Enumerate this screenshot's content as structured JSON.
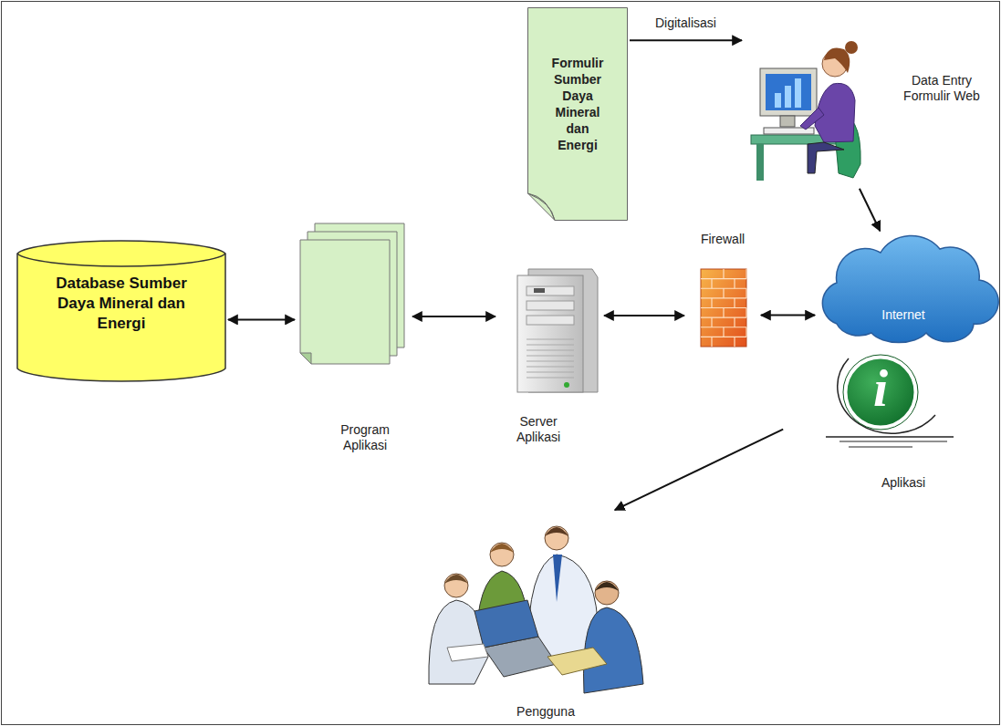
{
  "diagram": {
    "nodes": [
      {
        "text": [
          "Formulir Sumber Daya Mineral dan Energi"
        ]
      },
      {
        "text": [
          "Data Entry Formulir Web"
        ]
      },
      {
        "text": [
          "Database Sumber Daya Mineral dan Energi"
        ]
      },
      {
        "text": [
          "Program Aplikasi"
        ]
      },
      {
        "text": [
          "Server Aplikasi"
        ]
      },
      {
        "text": [
          "Firewall"
        ]
      },
      {
        "text": [
          "Internet"
        ]
      },
      {
        "text": [
          "i",
          "Aplikasi"
        ]
      },
      {
        "text": [
          "Pengguna"
        ]
      }
    ],
    "edges": [
      {
        "from": 0,
        "to": 1,
        "arrow": "to",
        "label": "Digitalisasi"
      },
      {
        "from": 1,
        "to": 6,
        "arrow": "to"
      },
      {
        "from": 2,
        "to": 3,
        "arrow": "both"
      },
      {
        "from": 3,
        "to": 4,
        "arrow": "both"
      },
      {
        "from": 4,
        "to": 5,
        "arrow": "both"
      },
      {
        "from": 5,
        "to": 6,
        "arrow": "both"
      },
      {
        "from": 7,
        "to": 8,
        "arrow": "to"
      }
    ]
  }
}
